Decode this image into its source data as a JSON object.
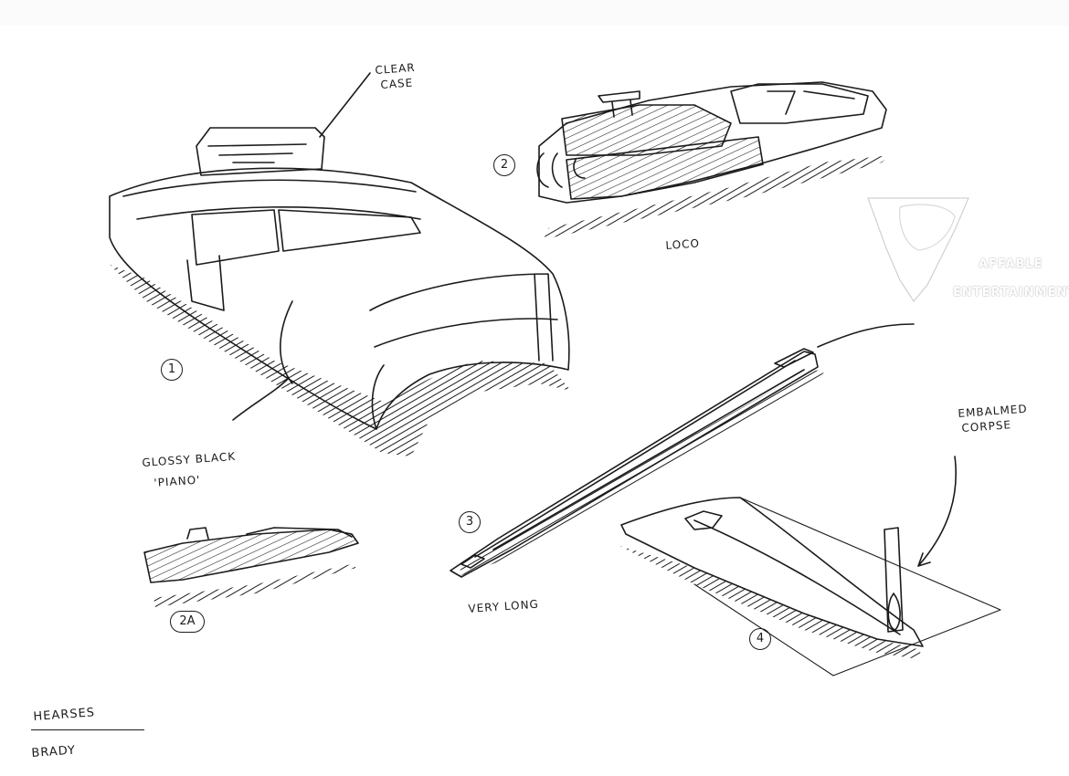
{
  "sheet": {
    "title": "HEARSES",
    "artist": "BRADY"
  },
  "annotations": {
    "clear_case_line1": "CLEAR",
    "clear_case_line2": "CASE",
    "loco": "LOCO",
    "glossy_line1": "GLOSSY BLACK",
    "glossy_line2": "'PIANO'",
    "very_long": "VERY LONG",
    "embalmed_line1": "EMBALMED",
    "embalmed_line2": "CORPSE"
  },
  "numbers": {
    "n1": "1",
    "n2": "2",
    "n2a": "2A",
    "n3": "3",
    "n4": "4"
  },
  "watermark": {
    "line1": "AFFABLE",
    "line2": "ENTERTAINMENT"
  },
  "colors": {
    "ink": "#1b1b1b",
    "paper": "#ffffff"
  }
}
